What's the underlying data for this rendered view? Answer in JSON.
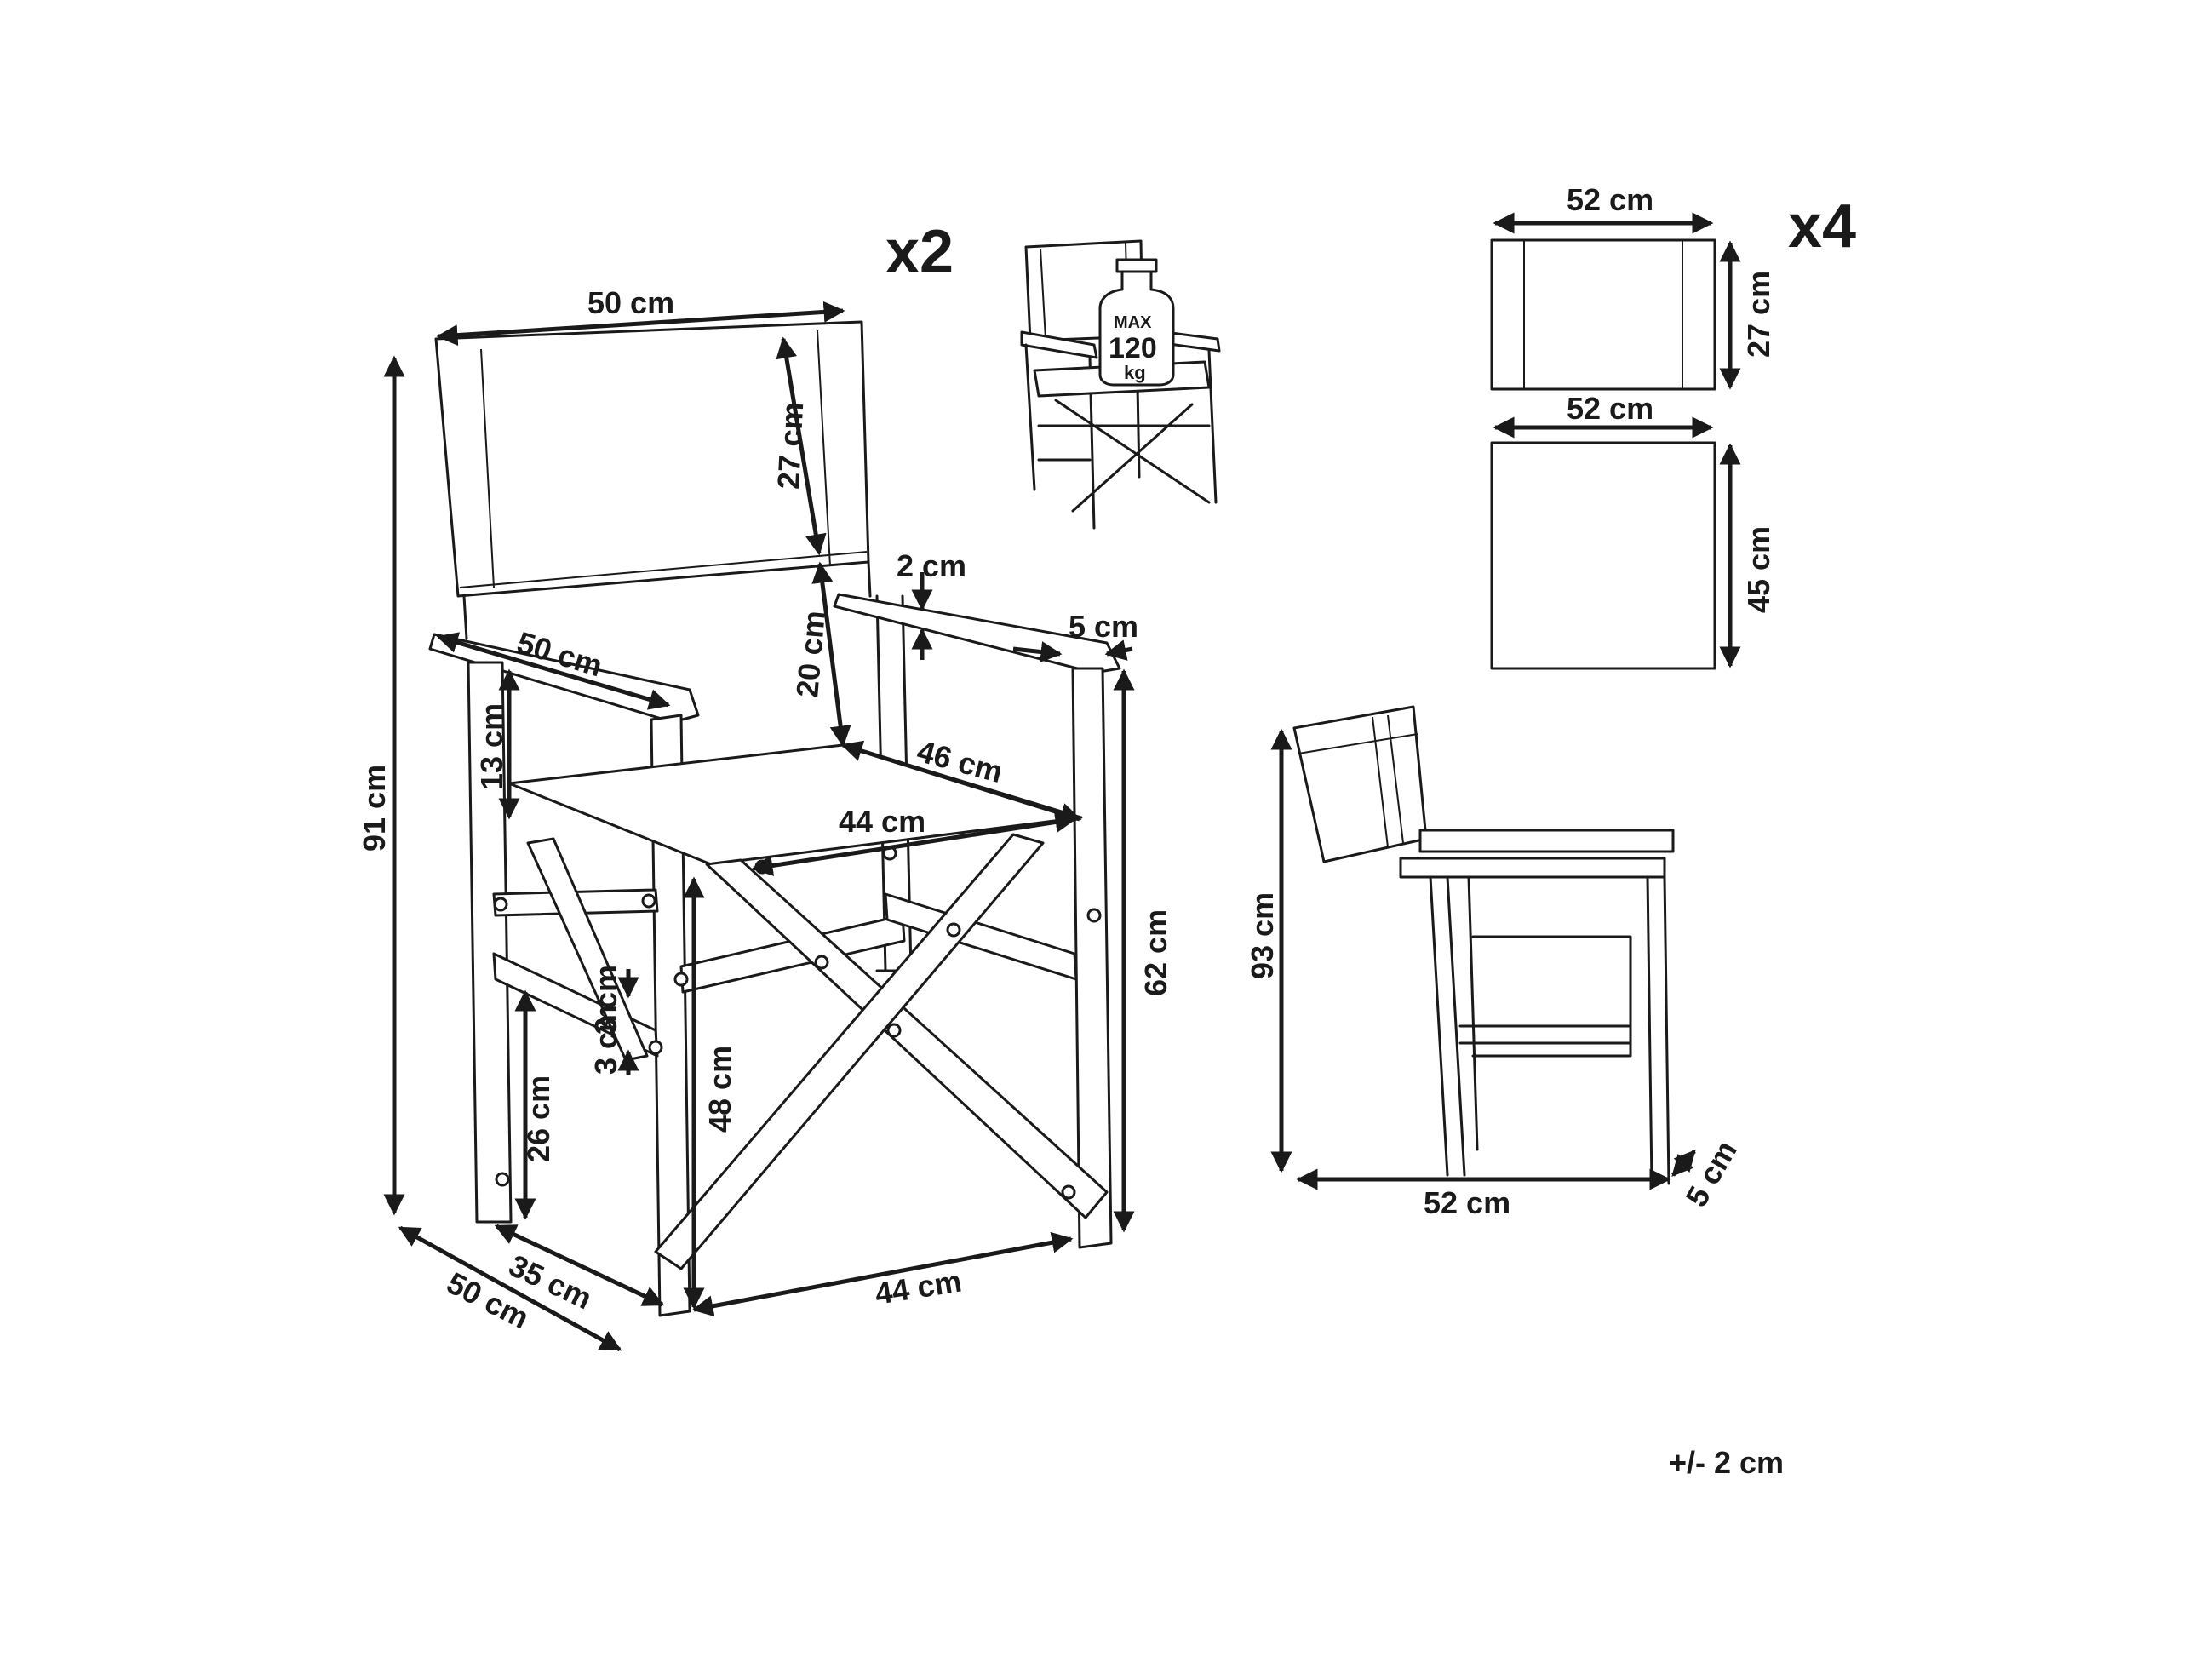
{
  "labels": {
    "front_top_width": "50 cm",
    "front_back_height": "27 cm",
    "front_total_height": "91 cm",
    "front_armrest_gap": "2 cm",
    "front_armrest_width": "5 cm",
    "front_back_to_seat": "20 cm",
    "front_armrest_length": "50 cm",
    "front_arm_to_seat": "13 cm",
    "front_seat_depth": "46 cm",
    "front_seat_width": "44 cm",
    "front_leg_height": "62 cm",
    "front_bar_thickness": "3 cm",
    "front_seat_height": "48 cm",
    "front_stretcher_height": "26 cm",
    "front_inner_depth": "35 cm",
    "front_base_depth": "50 cm",
    "front_base_width": "44 cm",
    "quantity_chairs": "x2",
    "quantity_fabrics": "x4",
    "max_load_word": "MAX",
    "max_load_value": "120",
    "max_load_unit": "kg",
    "backrest_fabric_width": "52 cm",
    "backrest_fabric_height": "27 cm",
    "seat_fabric_width": "52 cm",
    "seat_fabric_height": "45 cm",
    "folded_height": "93 cm",
    "folded_width": "52 cm",
    "folded_depth": "5 cm",
    "tolerance": "+/- 2 cm"
  },
  "colors": {
    "line": "#1a1a1a",
    "background": "#ffffff"
  }
}
